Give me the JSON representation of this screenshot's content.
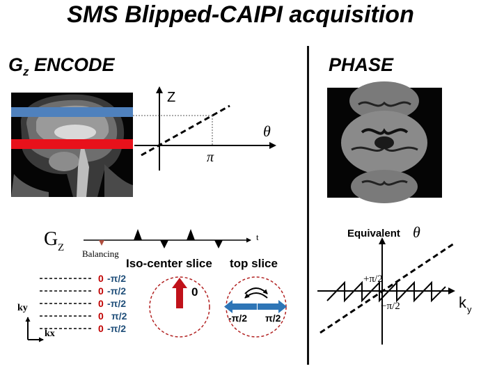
{
  "title": "SMS Blipped-CAIPI acquisition",
  "left_heading": {
    "g": "G",
    "sub": "z",
    "rest": " ENCODE"
  },
  "right_heading": "PHASE",
  "encode_plot": {
    "y_label": "Z",
    "x_label": "θ",
    "tick": "π"
  },
  "gradient": {
    "g": "G",
    "sub": "Z",
    "time": "t",
    "balancing": "Balancing",
    "iso_label": "Iso-center slice",
    "top_label": "top slice",
    "iso_phase": "0",
    "top_left": "-π/2",
    "top_right": "π/2"
  },
  "ky_label": "ky",
  "kx_label": "kx",
  "phase_rows": [
    {
      "zero": "0",
      "val": "-π/2"
    },
    {
      "zero": "0",
      "val": "-π/2"
    },
    {
      "zero": "0",
      "val": "-π/2"
    },
    {
      "zero": "0",
      "val": "π/2"
    },
    {
      "zero": "0",
      "val": "-π/2"
    }
  ],
  "equiv_plot": {
    "label": "Equivalent",
    "theta": "θ",
    "plus": "+π/2",
    "minus": "−π/2",
    "k": "k",
    "k_sub": "y"
  },
  "colors": {
    "blue_slice": "#4f81bd",
    "red_slice": "#e8111b",
    "arrow_red": "#c0121a",
    "arrow_blue": "#2e75b6",
    "circle": "#b22222"
  }
}
